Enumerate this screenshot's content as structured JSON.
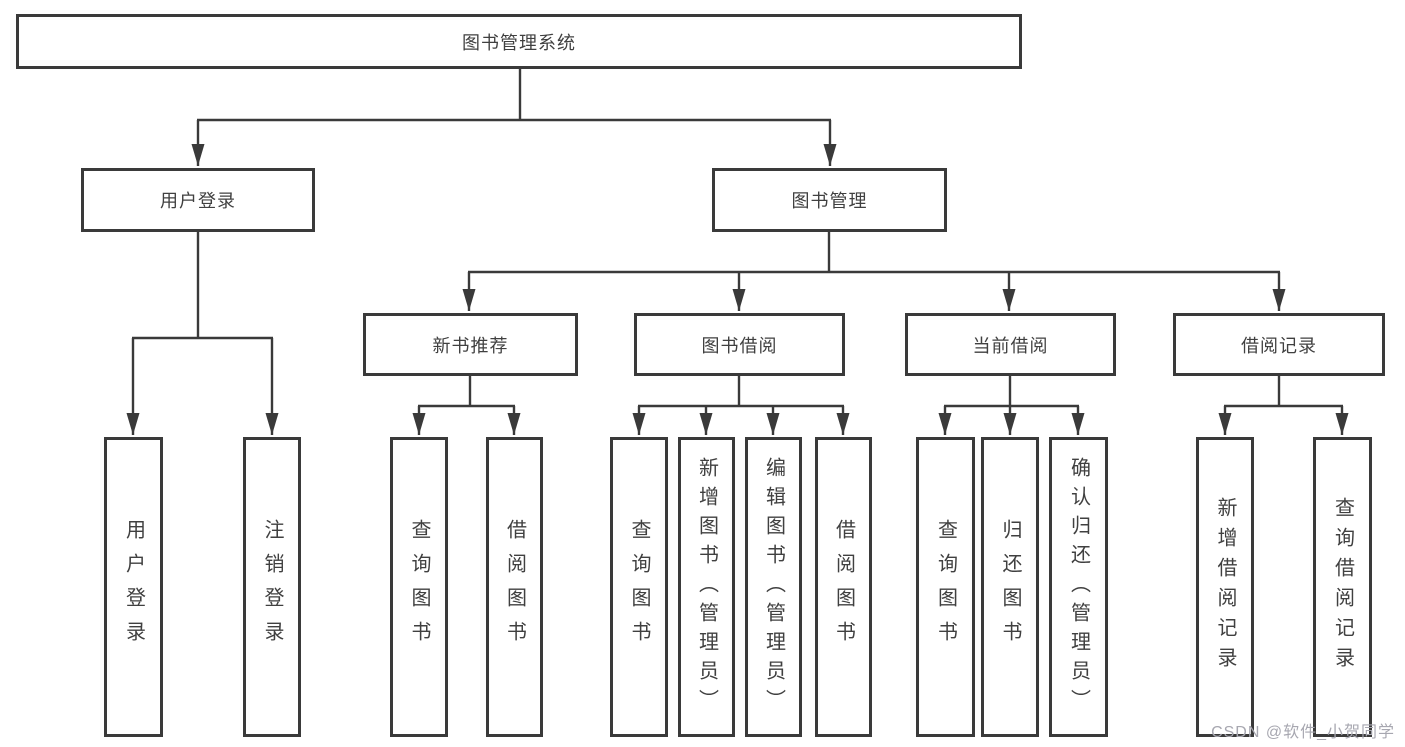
{
  "colors": {
    "line": "#3a3a3a",
    "text": "#404040",
    "watermark": "#a7a7b0",
    "bg": "#ffffff"
  },
  "watermark": {
    "text": "CSDN @软件_小贺同学"
  },
  "tree": {
    "label": "图书管理系统",
    "children": [
      {
        "label": "用户登录",
        "children": [
          {
            "label": "用户登录"
          },
          {
            "label": "注销登录"
          }
        ]
      },
      {
        "label": "图书管理",
        "children": [
          {
            "label": "新书推荐",
            "children": [
              {
                "label": "查询图书"
              },
              {
                "label": "借阅图书"
              }
            ]
          },
          {
            "label": "图书借阅",
            "children": [
              {
                "label": "查询图书"
              },
              {
                "label": "新增图书（管理员）"
              },
              {
                "label": "编辑图书（管理员）"
              },
              {
                "label": "借阅图书"
              }
            ]
          },
          {
            "label": "当前借阅",
            "children": [
              {
                "label": "查询图书"
              },
              {
                "label": "归还图书"
              },
              {
                "label": "确认归还（管理员）"
              }
            ]
          },
          {
            "label": "借阅记录",
            "children": [
              {
                "label": "新增借阅记录"
              },
              {
                "label": "查询借阅记录"
              }
            ]
          }
        ]
      }
    ]
  }
}
